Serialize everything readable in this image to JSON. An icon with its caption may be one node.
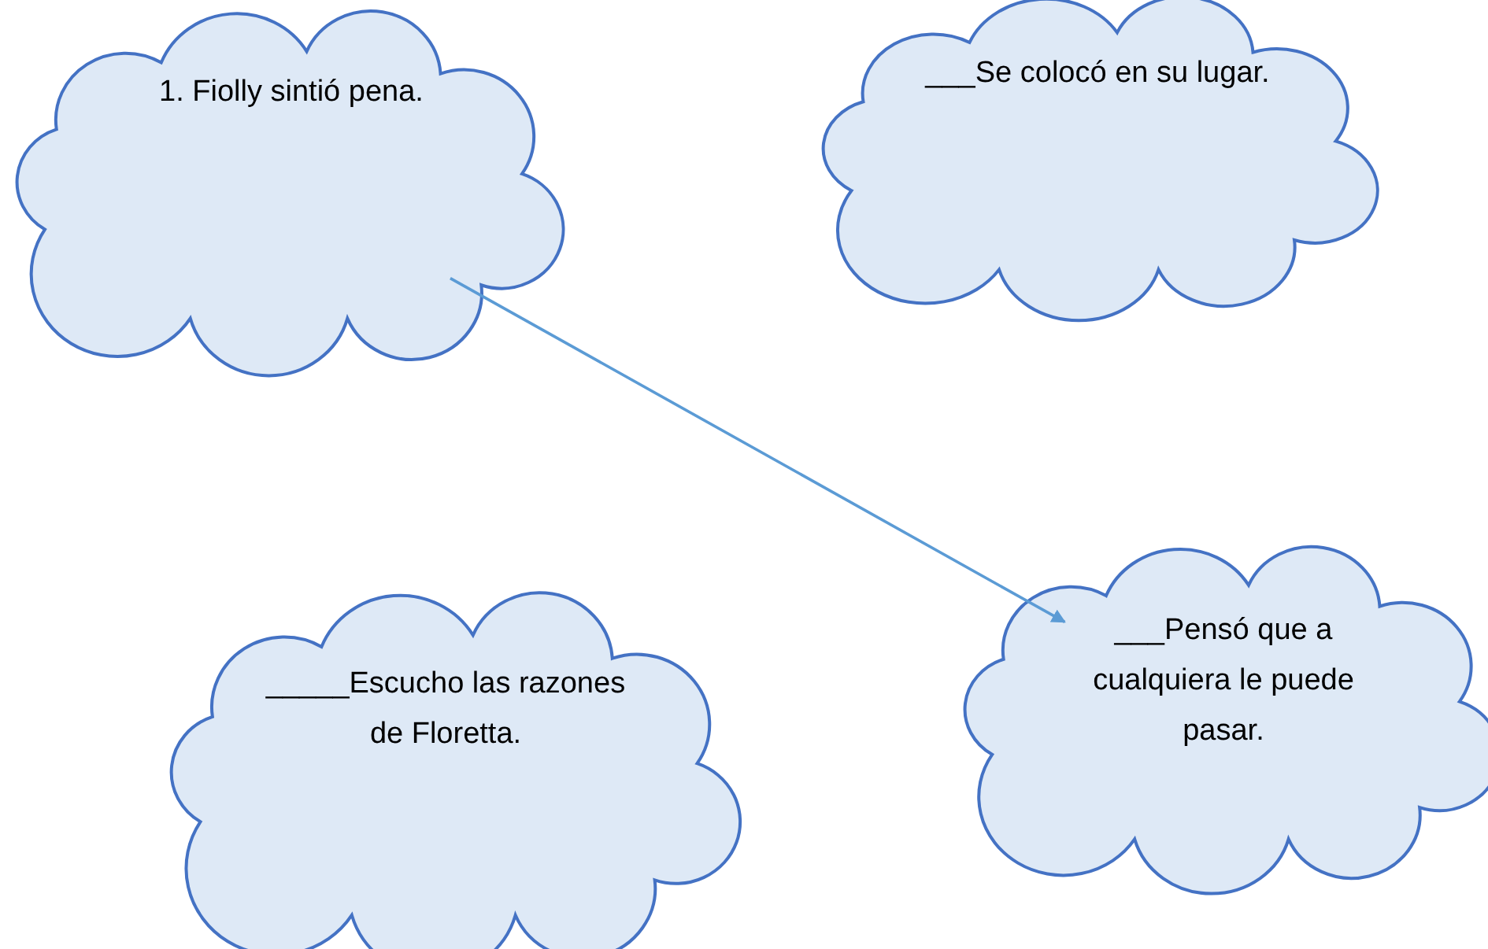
{
  "diagram": {
    "nodes": [
      {
        "text": [
          "1. Fiolly sintió pena."
        ]
      },
      {
        "text": [
          "___Se colocó en su lugar."
        ]
      },
      {
        "text": [
          "_____Escucho las razones de Floretta."
        ]
      },
      {
        "text": [
          "___Pensó que a cualquiera le puede pasar."
        ]
      }
    ],
    "edges": [
      {
        "from": 0,
        "to": 3,
        "arrow": "to"
      }
    ]
  }
}
